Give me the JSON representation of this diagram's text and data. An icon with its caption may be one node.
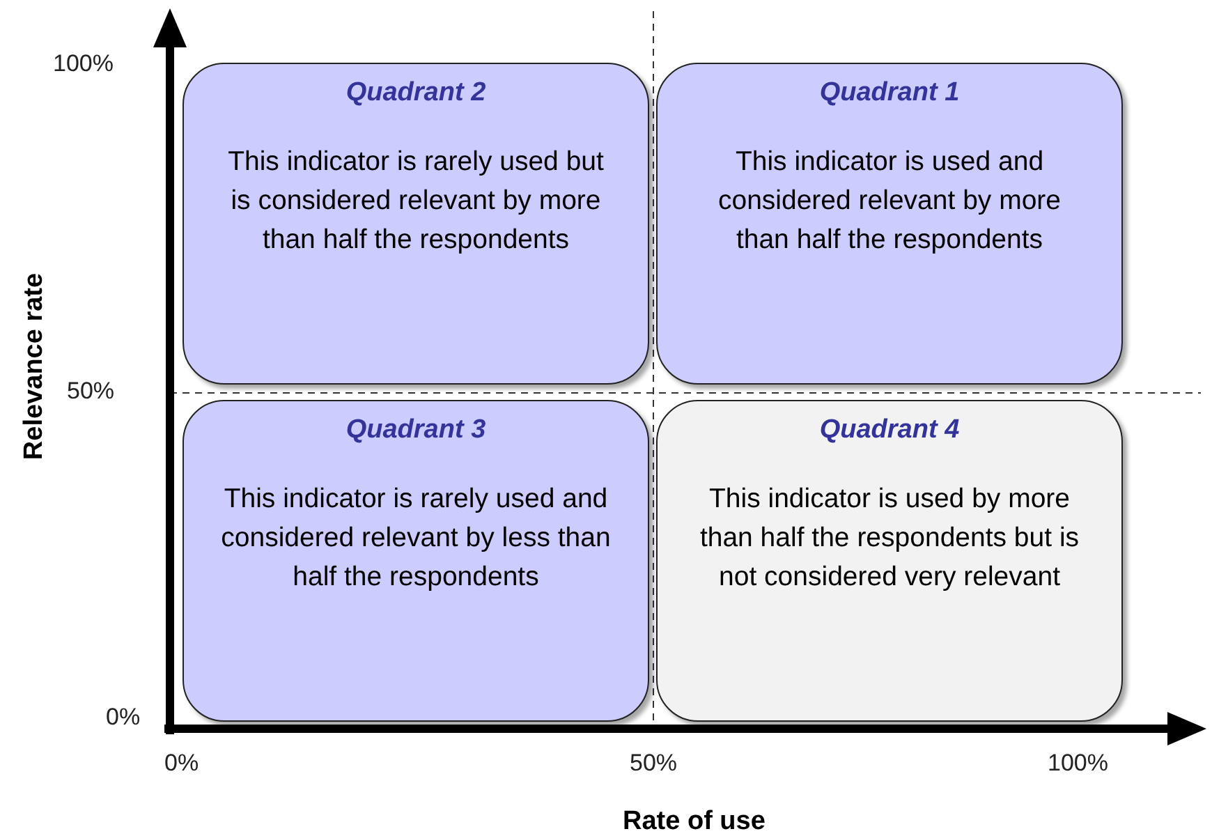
{
  "diagram": {
    "nodes": [
      {
        "text": [
          "Quadrant 2",
          "This indicator is rarely used but is considered relevant by more than half the respondents"
        ]
      },
      {
        "text": [
          "Quadrant 1",
          "This indicator is used and considered relevant by more than half the respondents"
        ]
      },
      {
        "text": [
          "Quadrant 3",
          "This indicator is rarely used and considered relevant by less than half the respondents"
        ]
      },
      {
        "text": [
          "Quadrant 4",
          "This indicator is used by more than half the respondents but is not considered very relevant"
        ]
      }
    ],
    "labels": [
      "100%",
      "50%",
      "0%",
      "0%",
      "50%",
      "100%",
      "Relevance rate",
      "Rate of use"
    ]
  }
}
